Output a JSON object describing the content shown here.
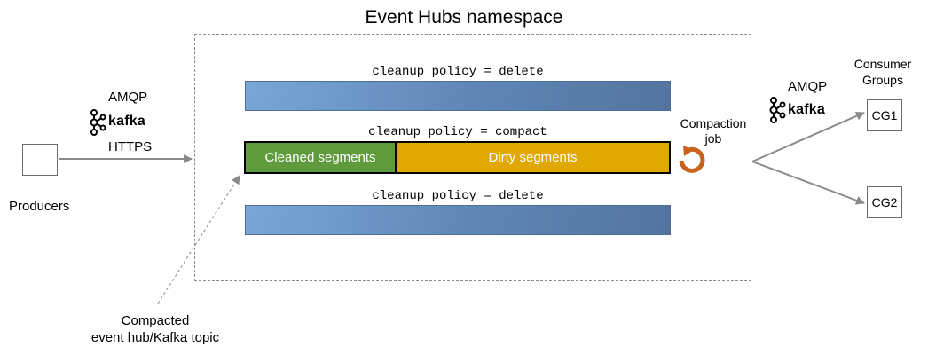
{
  "diagram": {
    "title": "Event Hubs namespace",
    "policies": {
      "top": "cleanup policy = delete",
      "middle": "cleanup policy = compact",
      "bottom": "cleanup policy = delete"
    },
    "segments": {
      "cleaned": "Cleaned segments",
      "dirty": "Dirty segments"
    },
    "compaction_job": {
      "line1": "Compaction",
      "line2": "job"
    },
    "producers": {
      "label": "Producers",
      "protocols": [
        "AMQP",
        "kafka",
        "HTTPS"
      ]
    },
    "consumers": {
      "label_line1": "Consumer",
      "label_line2": "Groups",
      "protocols": [
        "AMQP",
        "kafka"
      ],
      "groups": [
        "CG1",
        "CG2"
      ]
    },
    "topic_note": {
      "line1": "Compacted",
      "line2": "event hub/Kafka topic"
    },
    "colors": {
      "cleaned": "#5f9a3c",
      "dirty": "#e0a800",
      "partition_blue": "#6b93c4",
      "compaction_icon": "#c8631e",
      "arrow_gray": "#8a8a8a"
    }
  }
}
